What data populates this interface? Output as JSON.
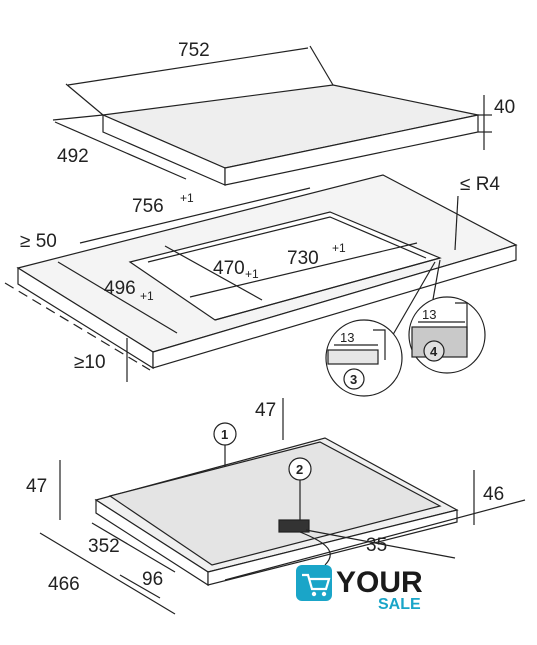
{
  "top_figure": {
    "width": "752",
    "depth": "492",
    "height": "40"
  },
  "cutout_figure": {
    "cut_width": "756",
    "cut_width_tol": "+1",
    "radius": "≤ R4",
    "min_margin": "≥ 50",
    "inner_depth": "470",
    "inner_depth_tol": "+1",
    "inner_width": "730",
    "inner_width_tol": "+1",
    "cut_depth": "496",
    "cut_depth_tol": "+1",
    "min_thickness": "≥10",
    "detail3": {
      "dim": "13",
      "number": "3"
    },
    "detail4": {
      "dim": "13",
      "number": "4"
    }
  },
  "bottom_figure": {
    "height_top": "47",
    "height_left": "47",
    "height_right": "46",
    "callout1": "1",
    "callout2": "2",
    "dim_352": "352",
    "dim_35": "35",
    "dim_466": "466",
    "dim_96": "96"
  },
  "logo": {
    "word1": "YOUR",
    "word2": "SALE",
    "brand_color": "#1aa5c8",
    "text_color": "#1a1a1a"
  }
}
